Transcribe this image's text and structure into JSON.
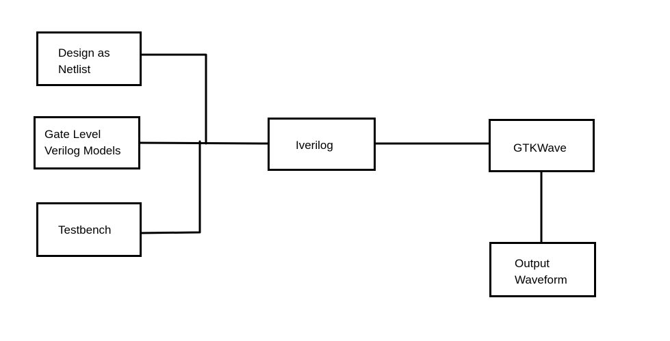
{
  "diagram": {
    "nodes": {
      "design": {
        "label": "Design as\nNetlist"
      },
      "gate_models": {
        "label": "Gate Level\nVerilog Models"
      },
      "testbench": {
        "label": "Testbench"
      },
      "iverilog": {
        "label": "Iverilog"
      },
      "gtkwave": {
        "label": "GTKWave"
      },
      "output": {
        "label": "Output\nWaveform"
      }
    },
    "connections": [
      {
        "from": "design",
        "to": "iverilog"
      },
      {
        "from": "gate_models",
        "to": "iverilog"
      },
      {
        "from": "testbench",
        "to": "iverilog"
      },
      {
        "from": "iverilog",
        "to": "gtkwave"
      },
      {
        "from": "gtkwave",
        "to": "output"
      }
    ],
    "colors": {
      "line": "#000000",
      "box_border": "#000000",
      "background": "#ffffff",
      "text": "#000000"
    }
  }
}
